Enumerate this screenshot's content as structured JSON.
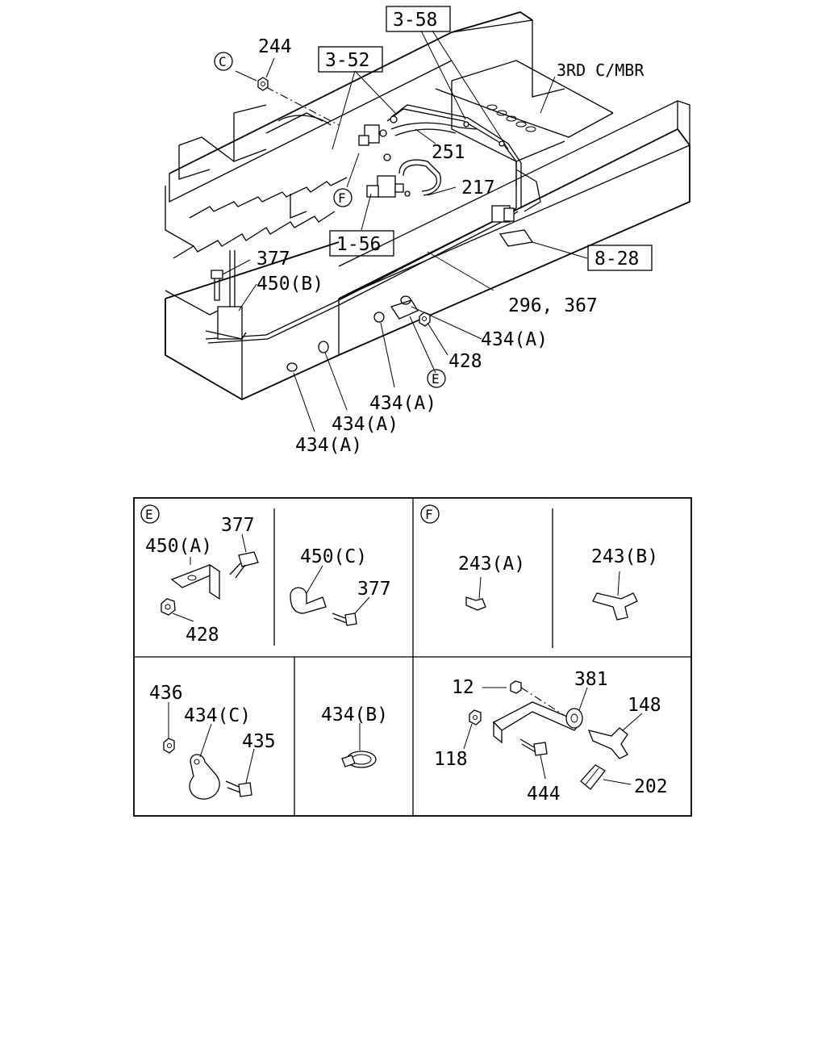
{
  "callouts": {
    "c244": "244",
    "c251": "251",
    "c217": "217",
    "c377_main": "377",
    "c450B": "450(B)",
    "c296_367": "296, 367",
    "c434A_1": "434(A)",
    "c428_main": "428",
    "c434A_2": "434(A)",
    "c434A_3": "434(A)",
    "c434A_4": "434(A)",
    "third_member": "3RD C/MBR"
  },
  "ref_boxes": {
    "r358": "3-58",
    "r352": "3-52",
    "r156": "1-56",
    "r828": "8-28"
  },
  "circle_refs": {
    "c_top": "C",
    "f_main": "F",
    "e_main": "E"
  },
  "detail_panels": {
    "e_panel": {
      "marker": "E",
      "c377a": "377",
      "c450A": "450(A)",
      "c428": "428",
      "c450C": "450(C)",
      "c377b": "377"
    },
    "f_panel": {
      "marker": "F",
      "c243A": "243(A)",
      "c243B": "243(B)"
    },
    "bottom_left": {
      "c436": "436",
      "c434C": "434(C)",
      "c435": "435"
    },
    "bottom_mid": {
      "c434B": "434(B)"
    },
    "bottom_right": {
      "c12": "12",
      "c381": "381",
      "c148": "148",
      "c118": "118",
      "c444": "444",
      "c202": "202"
    }
  }
}
